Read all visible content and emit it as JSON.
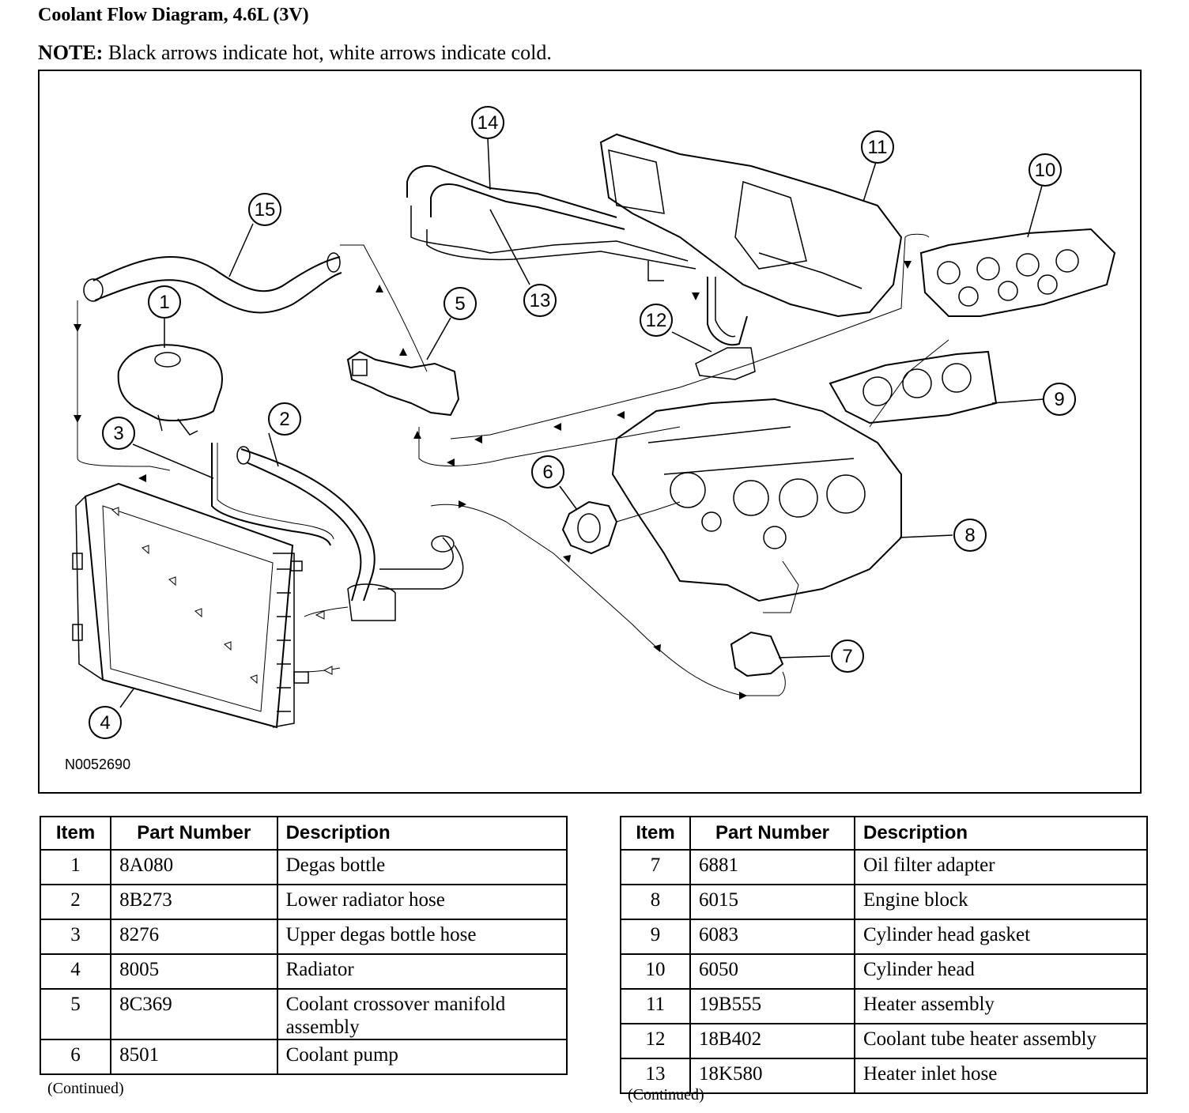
{
  "title": "Coolant Flow Diagram, 4.6L (3V)",
  "note": {
    "label": "NOTE:",
    "text": "Black arrows indicate hot, white arrows indicate cold."
  },
  "figure_id": "N0052690",
  "callouts": [
    "1",
    "2",
    "3",
    "4",
    "5",
    "6",
    "7",
    "8",
    "9",
    "10",
    "11",
    "12",
    "13",
    "14",
    "15"
  ],
  "table_headers": {
    "item": "Item",
    "part": "Part Number",
    "desc": "Description"
  },
  "table_left": [
    {
      "item": "1",
      "part": "8A080",
      "desc": "Degas bottle"
    },
    {
      "item": "2",
      "part": "8B273",
      "desc": "Lower radiator hose"
    },
    {
      "item": "3",
      "part": "8276",
      "desc": "Upper degas bottle hose"
    },
    {
      "item": "4",
      "part": "8005",
      "desc": "Radiator"
    },
    {
      "item": "5",
      "part": "8C369",
      "desc": "Coolant crossover manifold assembly"
    },
    {
      "item": "6",
      "part": "8501",
      "desc": "Coolant pump"
    }
  ],
  "table_right": [
    {
      "item": "7",
      "part": "6881",
      "desc": "Oil filter adapter"
    },
    {
      "item": "8",
      "part": "6015",
      "desc": "Engine block"
    },
    {
      "item": "9",
      "part": "6083",
      "desc": "Cylinder head gasket"
    },
    {
      "item": "10",
      "part": "6050",
      "desc": "Cylinder head"
    },
    {
      "item": "11",
      "part": "19B555",
      "desc": "Heater assembly"
    },
    {
      "item": "12",
      "part": "18B402",
      "desc": "Coolant tube heater assembly"
    },
    {
      "item": "13",
      "part": "18K580",
      "desc": "Heater inlet hose"
    }
  ],
  "continued": "(Continued)"
}
